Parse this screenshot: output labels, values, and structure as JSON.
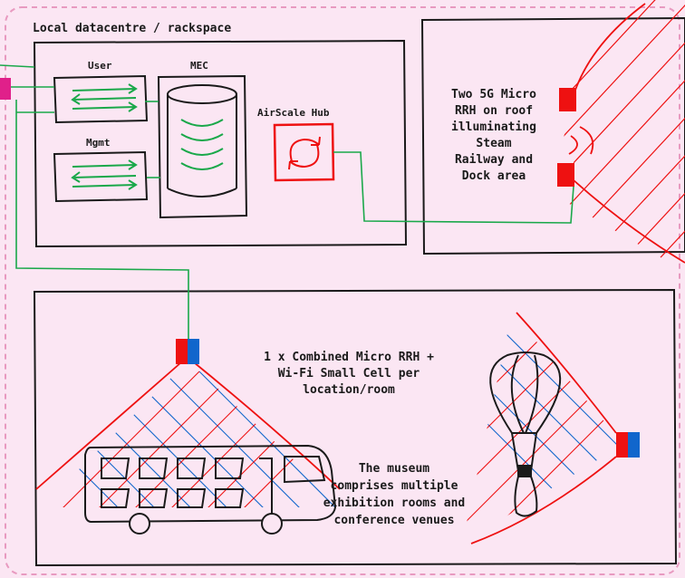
{
  "top_section": {
    "title": "Local datacentre / rackspace",
    "user_label": "User",
    "mgmt_label": "Mgmt",
    "mec_label": "MEC",
    "hub_label": "AirScale Hub",
    "roof_text": [
      "Two 5G Micro",
      "RRH on roof",
      "illuminating",
      "Steam",
      "Railway and",
      "Dock area"
    ]
  },
  "bottom_section": {
    "combined_text": [
      "1 x Combined Micro RRH +",
      "Wi-Fi Small Cell per",
      "location/room"
    ],
    "museum_text": [
      "The museum",
      "comprises multiple",
      "exhibition rooms and",
      "conference venues"
    ]
  },
  "colors": {
    "background": "#fbe6f3",
    "border_dash": "#e89ac0",
    "link_green": "#1aa84a",
    "rrh_red": "#ee1111",
    "wifi_blue": "#1166cc",
    "accent_magenta": "#e0208a"
  }
}
